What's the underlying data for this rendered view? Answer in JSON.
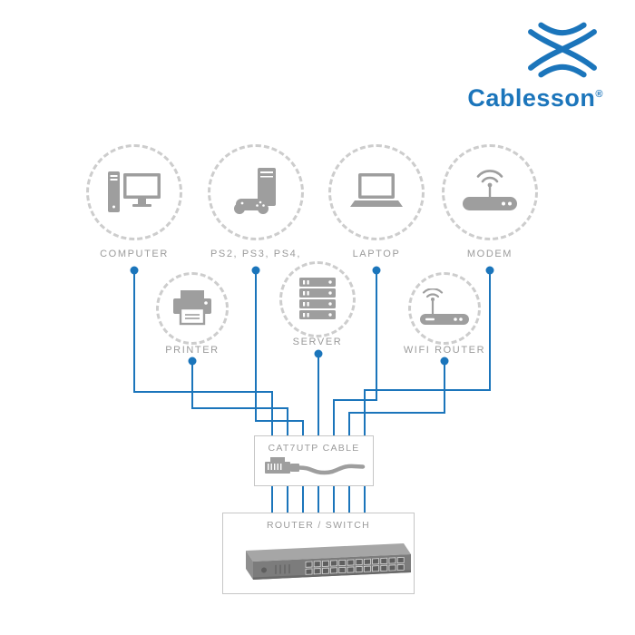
{
  "brand": {
    "name": "Cablesson",
    "registered": "®",
    "color": "#1b75bb"
  },
  "palette": {
    "line_blue": "#1b75bb",
    "icon_gray": "#9e9e9e",
    "label_gray": "#9b9b9b",
    "circle_dash_gray": "#cdcdcd",
    "box_border_gray": "#c6c6c6"
  },
  "devices": {
    "row1": [
      {
        "id": "computer",
        "label": "COMPUTER"
      },
      {
        "id": "game-consoles",
        "label": "PS2, PS3, PS4,"
      },
      {
        "id": "laptop",
        "label": "LAPTOP"
      },
      {
        "id": "modem",
        "label": "MODEM"
      }
    ],
    "row2": [
      {
        "id": "printer",
        "label": "PRINTER"
      },
      {
        "id": "server",
        "label": "SERVER"
      },
      {
        "id": "wifi-router",
        "label": "WIFI ROUTER"
      }
    ]
  },
  "cable_box": {
    "label": "CAT7UTP CABLE"
  },
  "switch_box": {
    "label": "ROUTER / SWITCH"
  },
  "connections": [
    {
      "from": "COMPUTER",
      "via": "CAT7UTP CABLE",
      "to": "ROUTER / SWITCH"
    },
    {
      "from": "PRINTER",
      "via": "CAT7UTP CABLE",
      "to": "ROUTER / SWITCH"
    },
    {
      "from": "PS2, PS3, PS4,",
      "via": "CAT7UTP CABLE",
      "to": "ROUTER / SWITCH"
    },
    {
      "from": "SERVER",
      "via": "CAT7UTP CABLE",
      "to": "ROUTER / SWITCH"
    },
    {
      "from": "LAPTOP",
      "via": "CAT7UTP CABLE",
      "to": "ROUTER / SWITCH"
    },
    {
      "from": "WIFI ROUTER",
      "via": "CAT7UTP CABLE",
      "to": "ROUTER / SWITCH"
    },
    {
      "from": "MODEM",
      "via": "CAT7UTP CABLE",
      "to": "ROUTER / SWITCH"
    }
  ]
}
